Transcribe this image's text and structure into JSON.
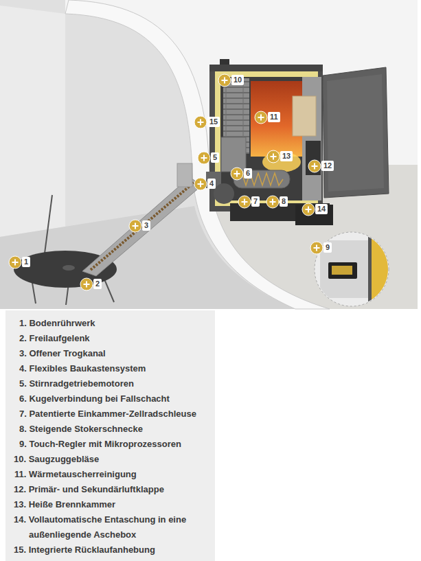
{
  "diagram": {
    "nodes": [
      {
        "text": [
          "1. Bodenrührwerk",
          "2. Freilaufgelenk",
          "3. Offener Trogkanal",
          "4. Flexibles Baukastensystem",
          "5. Stirnradgetriebemotoren",
          "6. Kugelverbindung bei Fallschacht",
          "7. Patentierte Einkammer-Zellradschleuse",
          "8. Steigende Stokerschnecke",
          "9. Touch-Regler mit Mikroprozessoren",
          "10. Saugzuggebläse",
          "11. Wärmetauscherreinigung",
          "12. Primär- und Sekundärluftklappe",
          "13. Heiße Brennkammer",
          "14. Vollautomatische Entaschung in eine außenliegende Aschebox",
          "15. Integrierte Rücklaufanhebung"
        ]
      }
    ],
    "labels": [
      "1",
      "2",
      "3",
      "4",
      "5",
      "6",
      "7",
      "8",
      "9",
      "10",
      "11",
      "12",
      "13",
      "14",
      "15"
    ]
  }
}
